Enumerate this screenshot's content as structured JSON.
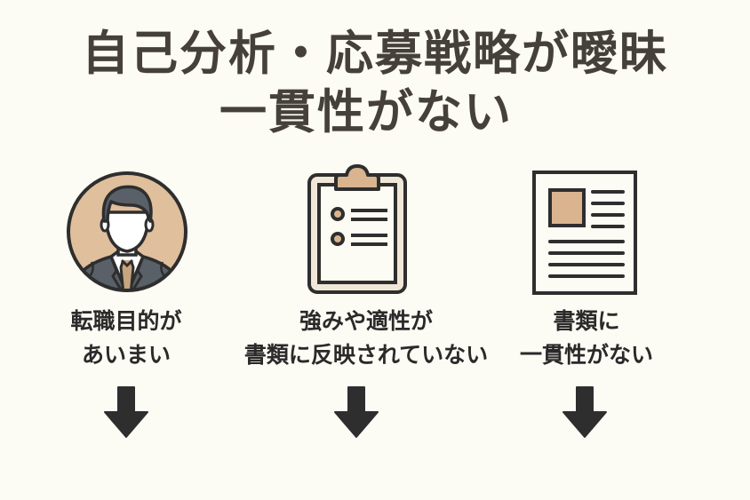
{
  "title": {
    "line1": "自己分析・応募戦略が曖昧",
    "line2": "一貫性がない"
  },
  "colors": {
    "background": "#fcfbf4",
    "title_text": "#46403a",
    "accent_tan": "#d9b48f",
    "outline": "#2e2e2e",
    "suit_gray": "#5a6068"
  },
  "items": [
    {
      "icon": "businessman-avatar-icon",
      "caption_line1": "転職目的が",
      "caption_line2": "あいまい"
    },
    {
      "icon": "clipboard-checklist-icon",
      "caption_line1": "強みや適性が",
      "caption_line2": "書類に反映されていない"
    },
    {
      "icon": "document-resume-icon",
      "caption_line1": "書類に",
      "caption_line2": "一貫性がない"
    }
  ],
  "arrows": [
    "down-arrow-icon",
    "down-arrow-icon",
    "down-arrow-icon"
  ]
}
